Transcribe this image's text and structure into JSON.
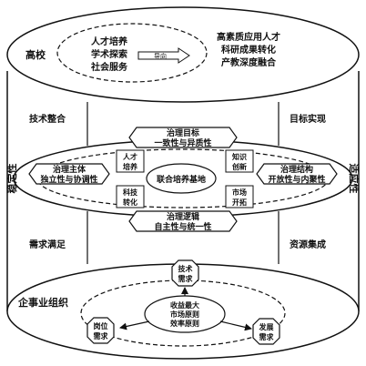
{
  "top": {
    "label": "高校",
    "inner_items": [
      "人才培养",
      "学术探索",
      "社会服务"
    ],
    "guide_label": "导向",
    "right_items": [
      "高素质应用人才",
      "科研成果转化",
      "产教深度融合"
    ]
  },
  "connectors": {
    "left_top": "技术整合",
    "right_top": "目标实现",
    "left_bottom": "需求满足",
    "right_bottom": "资源集成"
  },
  "side_labels": {
    "left": "稳定性",
    "right": "适应性"
  },
  "middle": {
    "top_box": [
      "治理目标",
      "一致性与异质性"
    ],
    "left_box": [
      "治理主体",
      "独立性与协调性"
    ],
    "right_box": [
      "治理结构",
      "开放性与内聚性"
    ],
    "bottom_box": [
      "治理逻辑",
      "自主性与统一性"
    ],
    "center_label": "联合培养基地",
    "quadrants": {
      "top_left": [
        "人才",
        "培养"
      ],
      "top_right": [
        "知识",
        "创新"
      ],
      "bottom_left": [
        "科技",
        "转化"
      ],
      "bottom_right": [
        "市场",
        "开拓"
      ]
    }
  },
  "bottom": {
    "label": "企事业组织",
    "center_items": [
      "收益最大",
      "市场原则",
      "效率原则"
    ],
    "node_top": [
      "技术",
      "需求"
    ],
    "node_left": [
      "岗位",
      "需求"
    ],
    "node_right": [
      "发展",
      "需求"
    ]
  }
}
